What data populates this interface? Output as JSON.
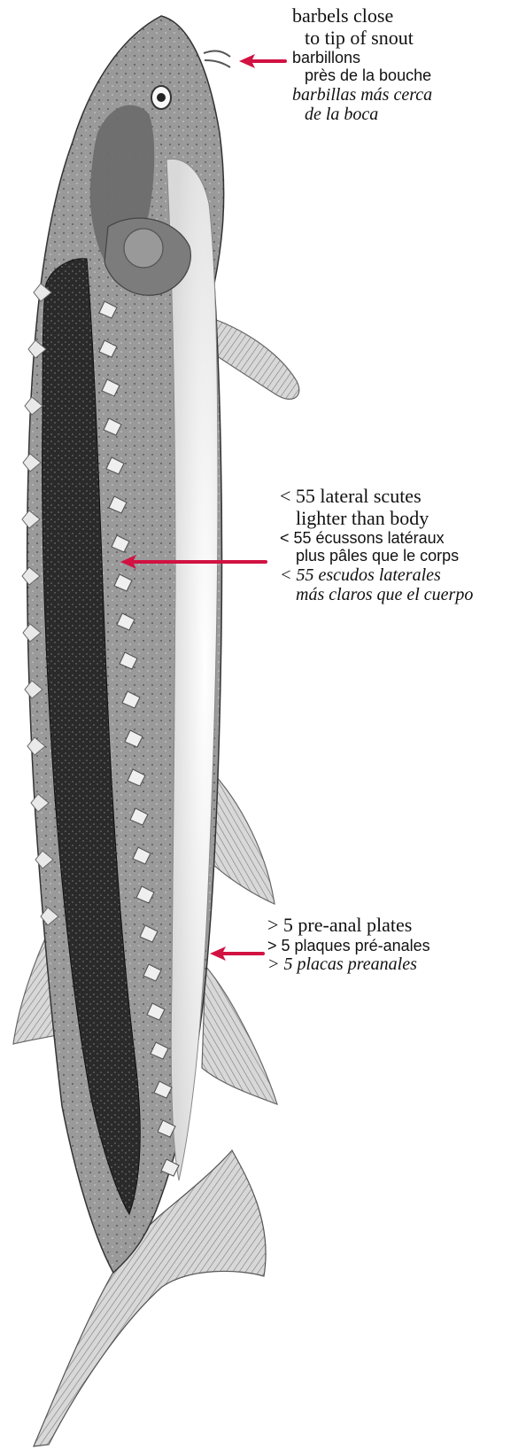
{
  "colors": {
    "arrow": "#d11242",
    "ink": "#111111",
    "fish_dark": "#1f1f1f",
    "fish_mid": "#5f5f5f",
    "fish_light": "#f3f3f3",
    "scute": "#eeeeee"
  },
  "annotations": {
    "snout": {
      "en": [
        "barbels close",
        "to tip of snout"
      ],
      "fr": [
        "barbillons",
        "près de la bouche"
      ],
      "es": [
        "barbillas más cerca",
        "de la boca"
      ]
    },
    "scutes": {
      "en": [
        "< 55 lateral scutes",
        "lighter than body"
      ],
      "fr": [
        "< 55 écussons latéraux",
        "plus pâles que le corps"
      ],
      "es": [
        "< 55 escudos laterales",
        "más claros que el cuerpo"
      ]
    },
    "plates": {
      "en": [
        "> 5 pre-anal plates"
      ],
      "fr": [
        "> 5 plaques pré-anales"
      ],
      "es": [
        "> 5 placas preanales"
      ]
    }
  }
}
